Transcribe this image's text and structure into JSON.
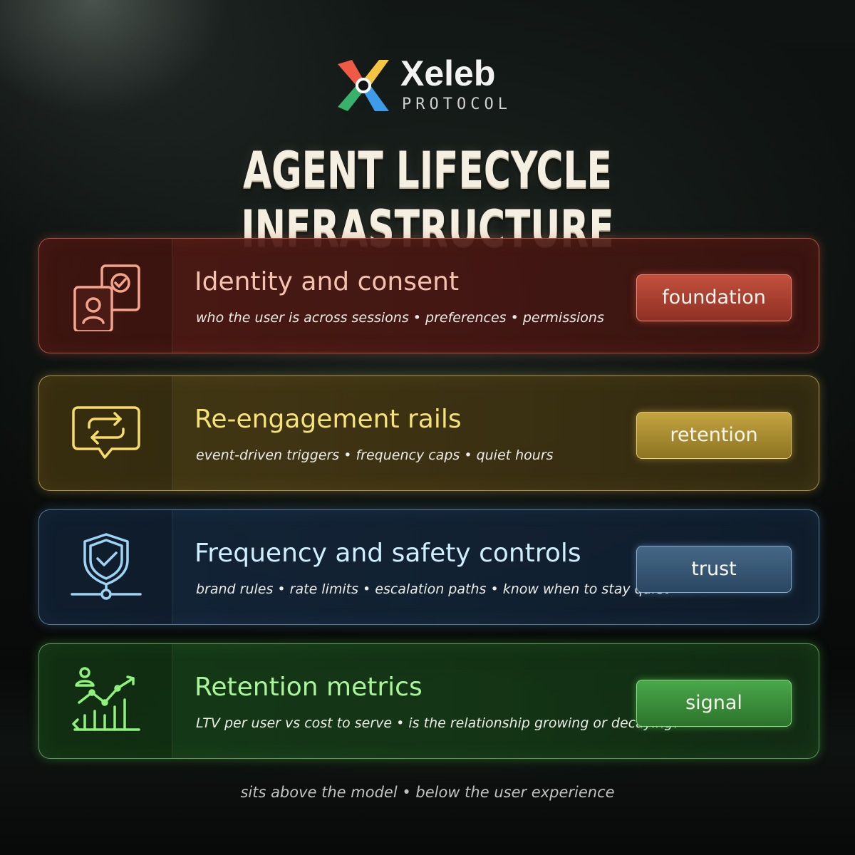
{
  "brand": {
    "name": "Xeleb",
    "sub": "PROTOCOL",
    "icon": "x-logo-icon"
  },
  "title": "AGENT LIFECYCLE INFRASTRUCTURE",
  "layers": [
    {
      "title": "Identity and consent",
      "desc": "who the user is across sessions • preferences • permissions",
      "badge": "foundation",
      "icon": "identity-check-icon",
      "color": "#e06a50"
    },
    {
      "title": "Re-engagement rails",
      "desc": "event-driven triggers • frequency caps • quiet hours",
      "badge": "retention",
      "icon": "loop-message-icon",
      "color": "#e6c24a"
    },
    {
      "title": "Frequency and safety controls",
      "desc": "brand rules • rate limits • escalation paths • know when to stay quiet",
      "badge": "trust",
      "icon": "shield-check-icon",
      "color": "#8ec8ee"
    },
    {
      "title": "Retention metrics",
      "desc": "LTV per user vs cost to serve • is the relationship growing or decaying?",
      "badge": "signal",
      "icon": "growth-chart-icon",
      "color": "#6fe05c"
    }
  ],
  "footer": "sits above the model • below the user experience"
}
